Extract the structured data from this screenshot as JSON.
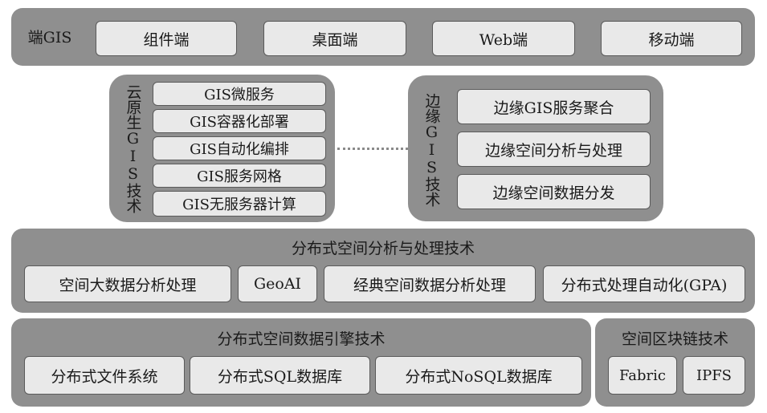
{
  "top_bar": {
    "label": "端GIS",
    "items": [
      "组件端",
      "桌面端",
      "Web端",
      "移动端"
    ]
  },
  "cloud_native": {
    "label": "云原生GIS技术",
    "items": [
      "GIS微服务",
      "GIS容器化部署",
      "GIS自动化编排",
      "GIS服务网格",
      "GIS无服务器计算"
    ]
  },
  "edge": {
    "label": "边缘GIS技术",
    "items": [
      "边缘GIS服务聚合",
      "边缘空间分析与处理",
      "边缘空间数据分发"
    ]
  },
  "spatial_analysis": {
    "title": "分布式空间分析与处理技术",
    "items": [
      "空间大数据分析处理",
      "GeoAI",
      "经典空间数据分析处理",
      "分布式处理自动化(GPA)"
    ]
  },
  "data_engine": {
    "title": "分布式空间数据引擎技术",
    "items": [
      "分布式文件系统",
      "分布式SQL数据库",
      "分布式NoSQL数据库"
    ]
  },
  "blockchain": {
    "title": "空间区块链技术",
    "items": [
      "Fabric",
      "IPFS"
    ]
  }
}
